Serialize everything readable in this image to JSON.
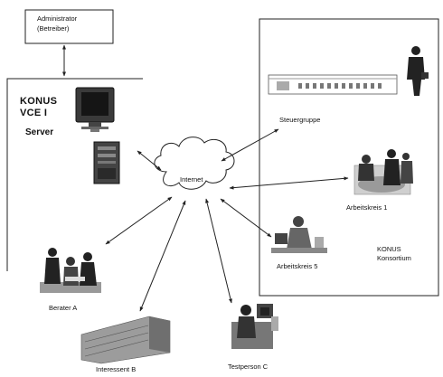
{
  "administrator": {
    "line1": "Administrator",
    "line2": "(Betreiber)"
  },
  "server": {
    "title_line1": "KONUS",
    "title_line2": "VCE I",
    "label": "Server"
  },
  "internet": {
    "label": "Internet"
  },
  "konsortium": {
    "label_line1": "KONUS",
    "label_line2": "Konsortium",
    "members": {
      "steuergruppe": "Steuergruppe",
      "arbeitskreis1": "Arbeitskreis 1",
      "arbeitskreis5": "Arbeitskreis 5"
    }
  },
  "external": {
    "berater": "Berater A",
    "interessent": "Interessent B",
    "testperson": "Testperson C"
  },
  "colors": {
    "line": "#222222",
    "cloud_fill": "#ffffff"
  },
  "icons": [
    "computer-icon",
    "tower-icon",
    "building-icon",
    "businessman-icon",
    "meeting-icon",
    "person-at-desk-icon",
    "cloud-icon"
  ]
}
